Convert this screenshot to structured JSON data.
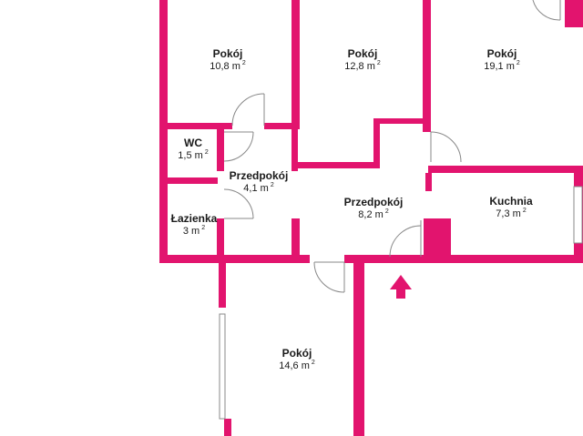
{
  "colors": {
    "wall": "#e2146e",
    "background": "#ffffff",
    "door_line": "#888888",
    "text": "#1a1a1a"
  },
  "area_unit": "m",
  "area_exponent": "2",
  "entrance_icon": "arrow-up-icon",
  "rooms": [
    {
      "name": "Pokój",
      "area": "10,8"
    },
    {
      "name": "Pokój",
      "area": "12,8"
    },
    {
      "name": "Pokój",
      "area": "19,1"
    },
    {
      "name": "WC",
      "area": "1,5"
    },
    {
      "name": "Przedpokój",
      "area": "4,1"
    },
    {
      "name": "Przedpokój",
      "area": "8,2"
    },
    {
      "name": "Kuchnia",
      "area": "7,3"
    },
    {
      "name": "Łazienka",
      "area": "3"
    },
    {
      "name": "Pokój",
      "area": "14,6"
    }
  ]
}
